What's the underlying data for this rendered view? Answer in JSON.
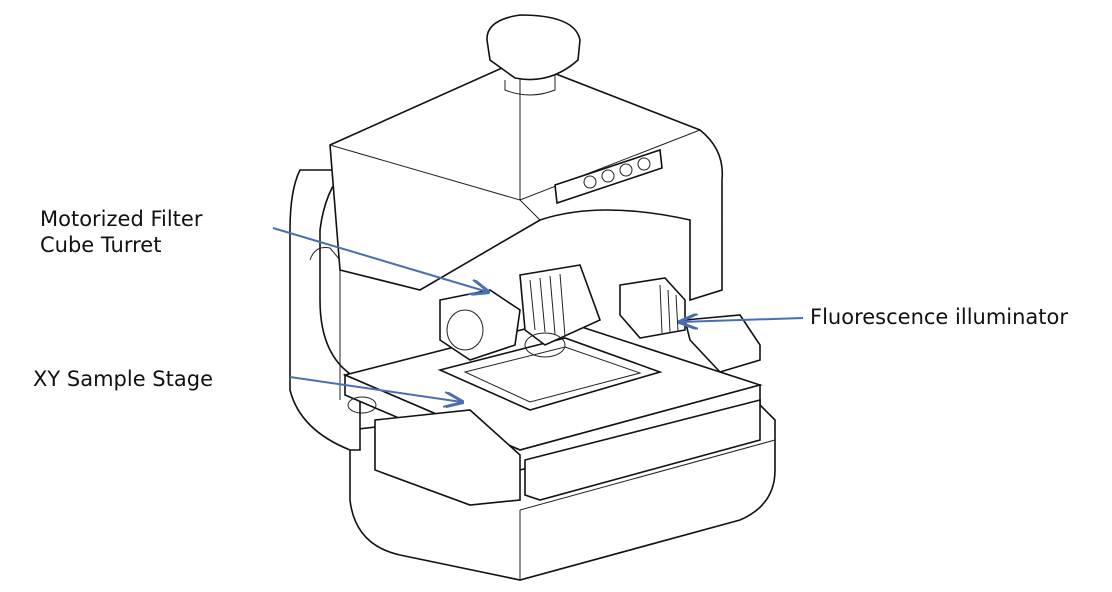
{
  "labels": {
    "turret_line1": "Motorized Filter",
    "turret_line2": "Cube Turret",
    "stage": "XY Sample Stage",
    "illuminator": "Fluorescence illuminator"
  },
  "colors": {
    "arrow": "#4a6fb0",
    "line": "#111111"
  }
}
